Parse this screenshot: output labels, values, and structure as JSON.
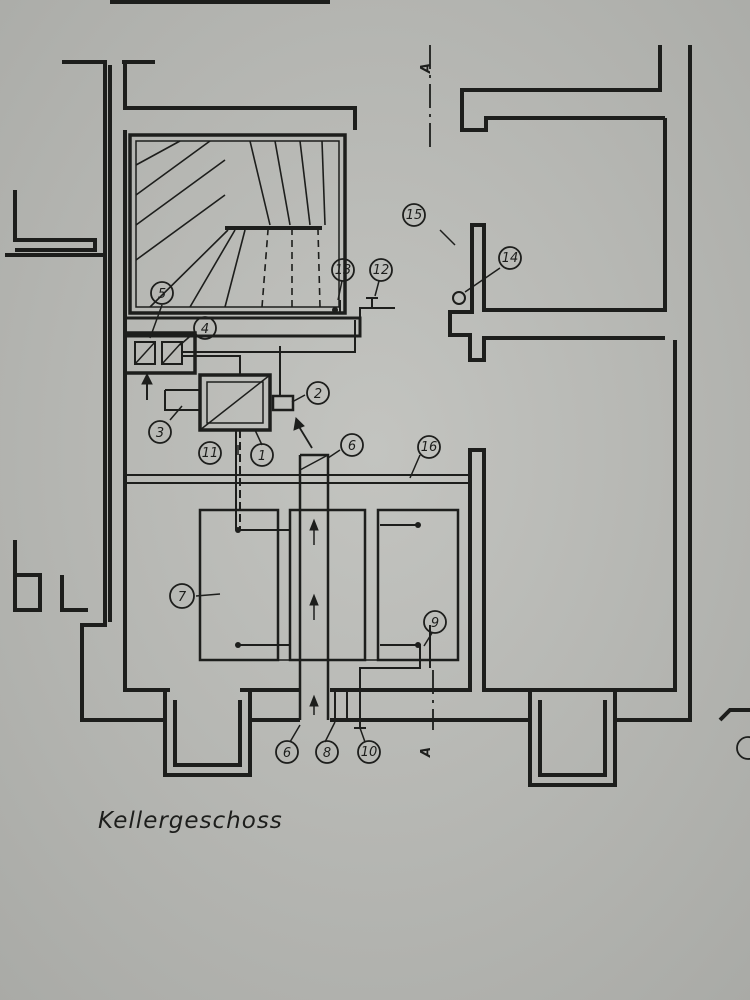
{
  "title": "Kellergeschoss",
  "section_marker": "A",
  "callouts": [
    {
      "id": "c1",
      "text": "1"
    },
    {
      "id": "c2",
      "text": "2"
    },
    {
      "id": "c3",
      "text": "3"
    },
    {
      "id": "c4",
      "text": "4"
    },
    {
      "id": "c5",
      "text": "5"
    },
    {
      "id": "c6a",
      "text": "6"
    },
    {
      "id": "c6b",
      "text": "6"
    },
    {
      "id": "c7",
      "text": "7"
    },
    {
      "id": "c8",
      "text": "8"
    },
    {
      "id": "c9",
      "text": "9"
    },
    {
      "id": "c10",
      "text": "10"
    },
    {
      "id": "c11",
      "text": "11"
    },
    {
      "id": "c12",
      "text": "12"
    },
    {
      "id": "c13",
      "text": "13"
    },
    {
      "id": "c14",
      "text": "14"
    },
    {
      "id": "c15",
      "text": "15"
    },
    {
      "id": "c16",
      "text": "16"
    }
  ],
  "colors": {
    "paper": "#b9bab6",
    "ink": "#1d1e1c"
  }
}
